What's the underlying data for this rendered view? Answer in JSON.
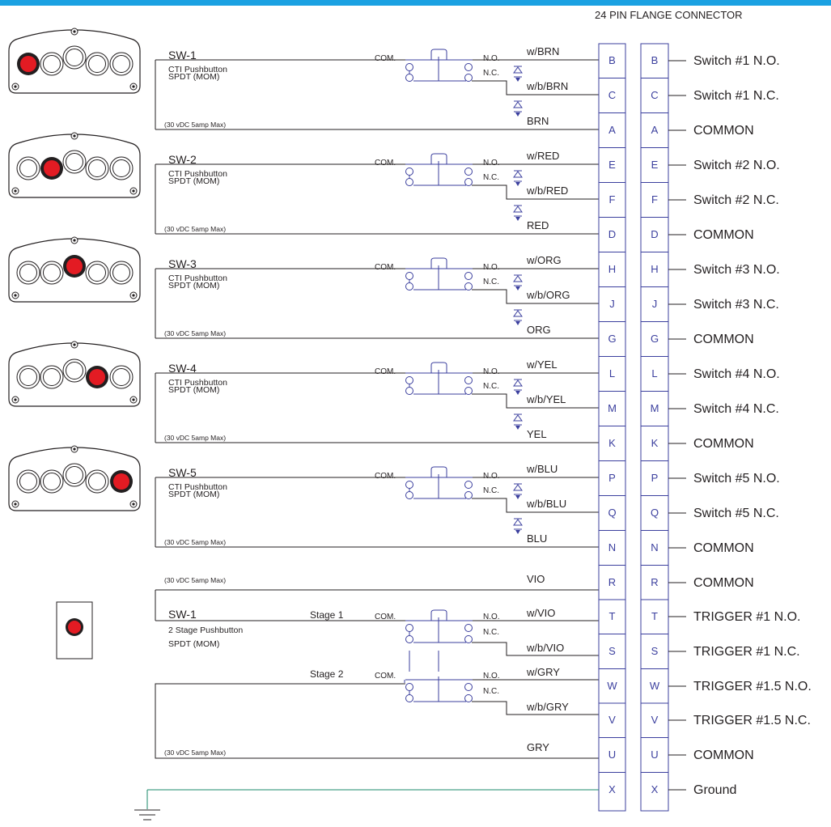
{
  "header": "24 PIN FLANGE CONNECTOR",
  "switches": [
    {
      "name": "SW-1",
      "type": "CTI Pushbutton",
      "spec": "SPDT (MOM)",
      "rating": "(30 vDC 5amp Max)",
      "com": "COM.",
      "no": "N.O.",
      "nc": "N.C.",
      "wire_no": "w/BRN",
      "wire_nc": "w/b/BRN",
      "wire_com": "BRN",
      "pin_no": "B",
      "pin_nc": "C",
      "pin_com": "A",
      "label_no": "Switch #1 N.O.",
      "label_nc": "Switch #1 N.C.",
      "label_com": "COMMON",
      "active": 0
    },
    {
      "name": "SW-2",
      "type": "CTI Pushbutton",
      "spec": "SPDT (MOM)",
      "rating": "(30 vDC 5amp Max)",
      "com": "COM.",
      "no": "N.O.",
      "nc": "N.C.",
      "wire_no": "w/RED",
      "wire_nc": "w/b/RED",
      "wire_com": "RED",
      "pin_no": "E",
      "pin_nc": "F",
      "pin_com": "D",
      "label_no": "Switch #2 N.O.",
      "label_nc": "Switch #2 N.C.",
      "label_com": "COMMON",
      "active": 1
    },
    {
      "name": "SW-3",
      "type": "CTI Pushbutton",
      "spec": "SPDT (MOM)",
      "rating": "(30 vDC 5amp Max)",
      "com": "COM.",
      "no": "N.O.",
      "nc": "N.C.",
      "wire_no": "w/ORG",
      "wire_nc": "w/b/ORG",
      "wire_com": "ORG",
      "pin_no": "H",
      "pin_nc": "J",
      "pin_com": "G",
      "label_no": "Switch #3 N.O.",
      "label_nc": "Switch #3 N.C.",
      "label_com": "COMMON",
      "active": 2
    },
    {
      "name": "SW-4",
      "type": "CTI Pushbutton",
      "spec": "SPDT (MOM)",
      "rating": "(30 vDC 5amp Max)",
      "com": "COM.",
      "no": "N.O.",
      "nc": "N.C.",
      "wire_no": "w/YEL",
      "wire_nc": "w/b/YEL",
      "wire_com": "YEL",
      "pin_no": "L",
      "pin_nc": "M",
      "pin_com": "K",
      "label_no": "Switch #4 N.O.",
      "label_nc": "Switch #4 N.C.",
      "label_com": "COMMON",
      "active": 3
    },
    {
      "name": "SW-5",
      "type": "CTI Pushbutton",
      "spec": "SPDT (MOM)",
      "rating": "(30 vDC 5amp Max)",
      "com": "COM.",
      "no": "N.O.",
      "nc": "N.C.",
      "wire_no": "w/BLU",
      "wire_nc": "w/b/BLU",
      "wire_com": "BLU",
      "pin_no": "P",
      "pin_nc": "Q",
      "pin_com": "N",
      "label_no": "Switch #5 N.O.",
      "label_nc": "Switch #5 N.C.",
      "label_com": "COMMON",
      "active": 4
    }
  ],
  "trigger": {
    "name": "SW-1",
    "type": "2 Stage Pushbutton",
    "spec": "SPDT (MOM)",
    "rating": "(30 vDC 5amp Max)",
    "rating2": "(30 vDC 5amp Max)",
    "stage1": "Stage 1",
    "stage2": "Stage 2",
    "com": "COM.",
    "no": "N.O.",
    "nc": "N.C.",
    "rows": [
      {
        "wire": "VIO",
        "pin": "R",
        "label": "COMMON"
      },
      {
        "wire": "w/VIO",
        "pin": "T",
        "label": "TRIGGER #1 N.O."
      },
      {
        "wire": "w/b/VIO",
        "pin": "S",
        "label": "TRIGGER #1 N.C."
      },
      {
        "wire": "w/GRY",
        "pin": "W",
        "label": "TRIGGER #1.5 N.O."
      },
      {
        "wire": "w/b/GRY",
        "pin": "V",
        "label": "TRIGGER #1.5 N.C."
      },
      {
        "wire": "GRY",
        "pin": "U",
        "label": "COMMON"
      }
    ]
  },
  "ground": {
    "pin": "X",
    "label": "Ground"
  },
  "colors": {
    "accent": "#1ba1e2",
    "pin_text": "#3b3f9e",
    "contact": "#3b3f9e",
    "ground_wire": "#1a8a6a",
    "led": "#e31b23",
    "line": "#231f20"
  }
}
